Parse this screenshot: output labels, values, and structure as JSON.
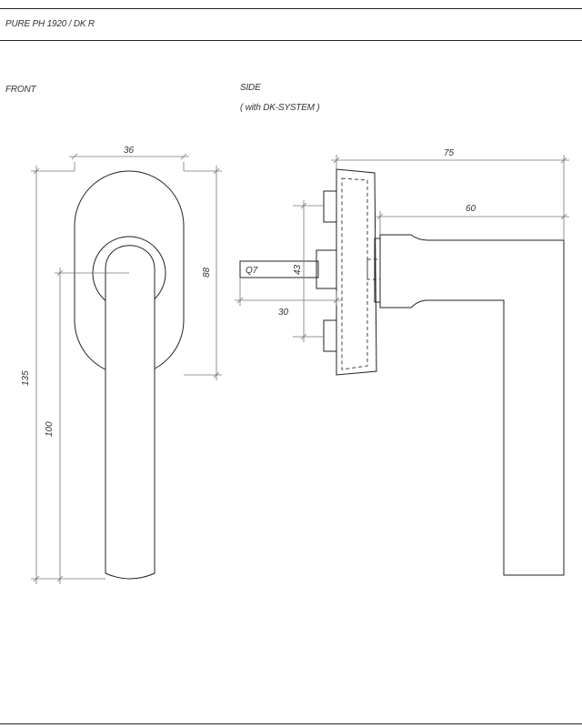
{
  "header": {
    "title": "PURE  PH 1920 / DK R"
  },
  "views": {
    "front": {
      "label": "FRONT"
    },
    "side": {
      "label": "SIDE",
      "sublabel": "( with DK-SYSTEM )"
    }
  },
  "dimensions": {
    "front_width": "36",
    "rosette_height": "88",
    "total_height": "135",
    "lever_length": "100",
    "side_total": "75",
    "side_lever": "60",
    "spindle_label": "Q7",
    "spindle_height": "43",
    "spindle_length": "30"
  },
  "colors": {
    "line": "#222222",
    "dim": "#777777"
  }
}
